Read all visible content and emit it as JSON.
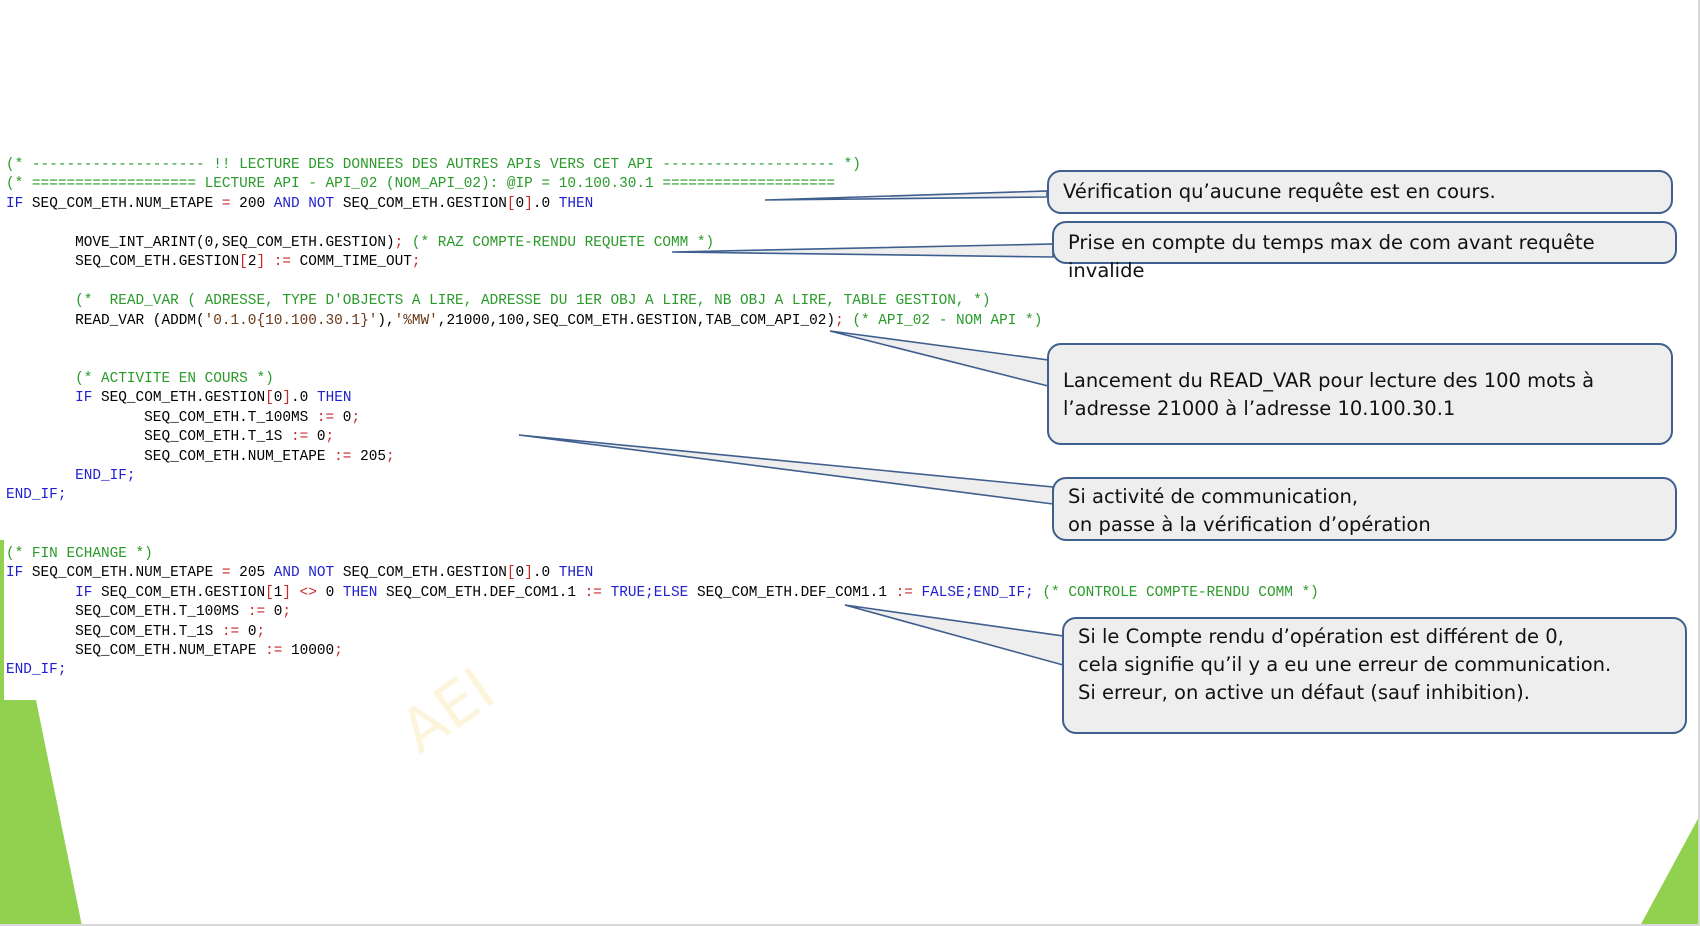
{
  "code": {
    "lines": [
      {
        "segs": [
          {
            "t": "(* -------------------- !! LECTURE DES DONNEES DES AUTRES APIs VERS CET API -------------------- *)",
            "c": "c"
          }
        ]
      },
      {
        "segs": [
          {
            "t": "(* =================== LECTURE API - API_02 (NOM_API_02): @IP = 10.100.30.1 ====================",
            "c": "c"
          }
        ]
      },
      {
        "segs": [
          {
            "t": "IF",
            "c": "k"
          },
          {
            "t": " SEQ_COM_ETH.NUM_ETAPE ",
            "c": ""
          },
          {
            "t": "=",
            "c": "o"
          },
          {
            "t": " 200 ",
            "c": ""
          },
          {
            "t": "AND NOT",
            "c": "k"
          },
          {
            "t": " SEQ_COM_ETH.GESTION",
            "c": ""
          },
          {
            "t": "[",
            "c": "o"
          },
          {
            "t": "0",
            "c": ""
          },
          {
            "t": "]",
            "c": "o"
          },
          {
            "t": ".0 ",
            "c": ""
          },
          {
            "t": "THEN",
            "c": "k"
          }
        ]
      },
      {
        "segs": [
          {
            "t": "",
            "c": ""
          }
        ]
      },
      {
        "segs": [
          {
            "t": "        MOVE_INT_ARINT(0,SEQ_COM_ETH.GESTION)",
            "c": ""
          },
          {
            "t": ";",
            "c": "o"
          },
          {
            "t": " (* RAZ COMPTE-RENDU REQUETE COMM *)",
            "c": "c"
          }
        ]
      },
      {
        "segs": [
          {
            "t": "        SEQ_COM_ETH.GESTION",
            "c": ""
          },
          {
            "t": "[",
            "c": "o"
          },
          {
            "t": "2",
            "c": ""
          },
          {
            "t": "]",
            "c": "o"
          },
          {
            "t": " ",
            "c": ""
          },
          {
            "t": ":=",
            "c": "o"
          },
          {
            "t": " COMM_TIME_OUT",
            "c": ""
          },
          {
            "t": ";",
            "c": "o"
          }
        ]
      },
      {
        "segs": [
          {
            "t": "",
            "c": ""
          }
        ]
      },
      {
        "segs": [
          {
            "t": "        (*  READ_VAR ( ADRESSE, TYPE D'OBJECTS A LIRE, ADRESSE DU 1ER OBJ A LIRE, NB OBJ A LIRE, TABLE GESTION, *)",
            "c": "c"
          }
        ]
      },
      {
        "segs": [
          {
            "t": "        READ_VAR (ADDM(",
            "c": ""
          },
          {
            "t": "'0.1.0{10.100.30.1}'",
            "c": "s"
          },
          {
            "t": "),",
            "c": ""
          },
          {
            "t": "'%MW'",
            "c": "s"
          },
          {
            "t": ",21000,100,SEQ_COM_ETH.GESTION,TAB_COM_API_02)",
            "c": ""
          },
          {
            "t": ";",
            "c": "o"
          },
          {
            "t": " (* API_02 - NOM API *)",
            "c": "c"
          }
        ]
      },
      {
        "segs": [
          {
            "t": "",
            "c": ""
          }
        ]
      },
      {
        "segs": [
          {
            "t": "",
            "c": ""
          }
        ]
      },
      {
        "segs": [
          {
            "t": "        (* ACTIVITE EN COURS *)",
            "c": "c"
          }
        ]
      },
      {
        "segs": [
          {
            "t": "        ",
            "c": ""
          },
          {
            "t": "IF",
            "c": "k"
          },
          {
            "t": " SEQ_COM_ETH.GESTION",
            "c": ""
          },
          {
            "t": "[",
            "c": "o"
          },
          {
            "t": "0",
            "c": ""
          },
          {
            "t": "]",
            "c": "o"
          },
          {
            "t": ".0 ",
            "c": ""
          },
          {
            "t": "THEN",
            "c": "k"
          }
        ]
      },
      {
        "segs": [
          {
            "t": "                SEQ_COM_ETH.T_100MS ",
            "c": ""
          },
          {
            "t": ":=",
            "c": "o"
          },
          {
            "t": " 0",
            "c": ""
          },
          {
            "t": ";",
            "c": "o"
          }
        ]
      },
      {
        "segs": [
          {
            "t": "                SEQ_COM_ETH.T_1S ",
            "c": ""
          },
          {
            "t": ":=",
            "c": "o"
          },
          {
            "t": " 0",
            "c": ""
          },
          {
            "t": ";",
            "c": "o"
          }
        ]
      },
      {
        "segs": [
          {
            "t": "                SEQ_COM_ETH.NUM_ETAPE ",
            "c": ""
          },
          {
            "t": ":=",
            "c": "o"
          },
          {
            "t": " 205",
            "c": ""
          },
          {
            "t": ";",
            "c": "o"
          }
        ]
      },
      {
        "segs": [
          {
            "t": "        ",
            "c": ""
          },
          {
            "t": "END_IF;",
            "c": "k"
          }
        ]
      },
      {
        "segs": [
          {
            "t": "END_IF;",
            "c": "k"
          }
        ]
      },
      {
        "segs": [
          {
            "t": "",
            "c": ""
          }
        ]
      },
      {
        "segs": [
          {
            "t": "",
            "c": ""
          }
        ]
      },
      {
        "segs": [
          {
            "t": "(* FIN ECHANGE *)",
            "c": "c"
          }
        ]
      },
      {
        "segs": [
          {
            "t": "IF",
            "c": "k"
          },
          {
            "t": " SEQ_COM_ETH.NUM_ETAPE ",
            "c": ""
          },
          {
            "t": "=",
            "c": "o"
          },
          {
            "t": " 205 ",
            "c": ""
          },
          {
            "t": "AND NOT",
            "c": "k"
          },
          {
            "t": " SEQ_COM_ETH.GESTION",
            "c": ""
          },
          {
            "t": "[",
            "c": "o"
          },
          {
            "t": "0",
            "c": ""
          },
          {
            "t": "]",
            "c": "o"
          },
          {
            "t": ".0 ",
            "c": ""
          },
          {
            "t": "THEN",
            "c": "k"
          }
        ]
      },
      {
        "segs": [
          {
            "t": "        ",
            "c": ""
          },
          {
            "t": "IF",
            "c": "k"
          },
          {
            "t": " SEQ_COM_ETH.GESTION",
            "c": ""
          },
          {
            "t": "[",
            "c": "o"
          },
          {
            "t": "1",
            "c": ""
          },
          {
            "t": "]",
            "c": "o"
          },
          {
            "t": " ",
            "c": ""
          },
          {
            "t": "<>",
            "c": "o"
          },
          {
            "t": " 0 ",
            "c": ""
          },
          {
            "t": "THEN",
            "c": "k"
          },
          {
            "t": " SEQ_COM_ETH.DEF_COM1.1 ",
            "c": ""
          },
          {
            "t": ":=",
            "c": "o"
          },
          {
            "t": " ",
            "c": ""
          },
          {
            "t": "TRUE;ELSE",
            "c": "k"
          },
          {
            "t": " SEQ_COM_ETH.DEF_COM1.1 ",
            "c": ""
          },
          {
            "t": ":=",
            "c": "o"
          },
          {
            "t": " ",
            "c": ""
          },
          {
            "t": "FALSE;END_IF;",
            "c": "k"
          },
          {
            "t": " (* CONTROLE COMPTE-RENDU COMM *)",
            "c": "c"
          }
        ]
      },
      {
        "segs": [
          {
            "t": "        SEQ_COM_ETH.T_100MS ",
            "c": ""
          },
          {
            "t": ":=",
            "c": "o"
          },
          {
            "t": " 0",
            "c": ""
          },
          {
            "t": ";",
            "c": "o"
          }
        ]
      },
      {
        "segs": [
          {
            "t": "        SEQ_COM_ETH.T_1S ",
            "c": ""
          },
          {
            "t": ":=",
            "c": "o"
          },
          {
            "t": " 0",
            "c": ""
          },
          {
            "t": ";",
            "c": "o"
          }
        ]
      },
      {
        "segs": [
          {
            "t": "        SEQ_COM_ETH.NUM_ETAPE ",
            "c": ""
          },
          {
            "t": ":=",
            "c": "o"
          },
          {
            "t": " 10000",
            "c": ""
          },
          {
            "t": ";",
            "c": "o"
          }
        ]
      },
      {
        "segs": [
          {
            "t": "END_IF;",
            "c": "k"
          }
        ]
      }
    ]
  },
  "callouts": {
    "c1": {
      "lines": [
        "Vérification qu’aucune requête est en cours."
      ]
    },
    "c2": {
      "lines": [
        "Prise en compte du temps max de com avant requête invalide"
      ]
    },
    "c3": {
      "lines": [
        "Lancement du READ_VAR pour lecture des 100 mots à",
        "l’adresse 21000 à l’adresse 10.100.30.1"
      ]
    },
    "c4": {
      "lines": [
        "Si activité de communication,",
        "on passe à la vérification d’opération"
      ]
    },
    "c5": {
      "lines": [
        "Si le Compte rendu d’opération est différent de 0,",
        "cela signifie qu’il y a eu une erreur de communication.",
        "Si erreur,  on active un défaut (sauf inhibition)."
      ]
    }
  },
  "watermark": "AEI",
  "colors": {
    "keyword": "#1f1fd0",
    "comment": "#2a9a2a",
    "operator": "#c82828",
    "callout_border": "#3f5f8f",
    "callout_fill": "#eeeeee",
    "accent_green": "#92d050"
  }
}
